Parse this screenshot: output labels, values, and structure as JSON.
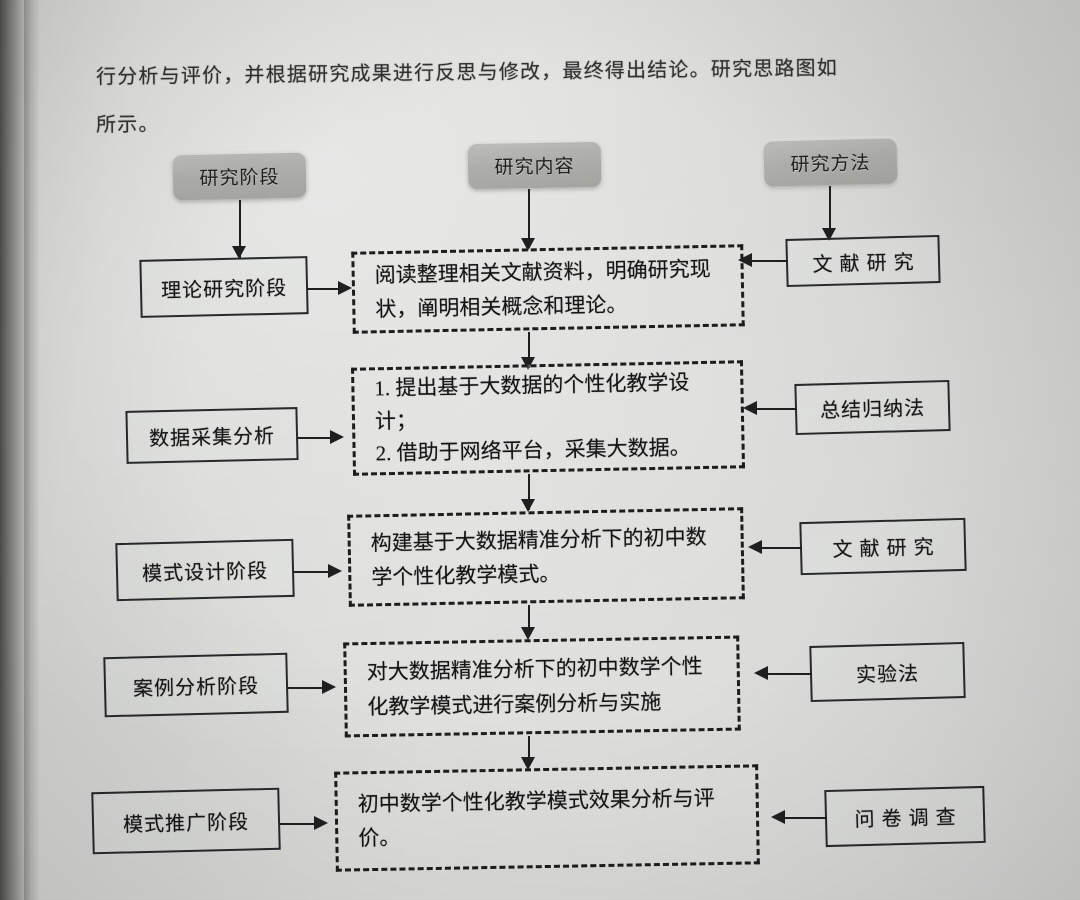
{
  "page": {
    "background_color": "#d5d6d3",
    "ink_color": "#1d1e1d",
    "pill_color": "#aeafaa"
  },
  "paragraph": {
    "line1": "行分析与评价，并根据研究成果进行反思与修改，最终得出结论。研究思路图如",
    "line2": "所示。"
  },
  "diagram": {
    "headers": {
      "stage": "研究阶段",
      "content": "研究内容",
      "method": "研究方法"
    },
    "rows": [
      {
        "stage": "理论研究阶段",
        "content": "阅读整理相关文献资料，明确研究现状，阐明相关概念和理论。",
        "method": "文献研究"
      },
      {
        "stage": "数据采集分析",
        "content": "1.  提出基于大数据的个性化教学设计；\n2.  借助于网络平台，采集大数据。",
        "content_line1": "1.  提出基于大数据的个性化教学设",
        "content_line2": "计；",
        "content_line3": "2.  借助于网络平台，采集大数据。",
        "method": "总结归纳法"
      },
      {
        "stage": "模式设计阶段",
        "content": "构建基于大数据精准分析下的初中数学个性化教学模式。",
        "method": "文献研究"
      },
      {
        "stage": "案例分析阶段",
        "content": "对大数据精准分析下的初中数学个性化教学模式进行案例分析与实施",
        "method": "实验法"
      },
      {
        "stage": "模式推广阶段",
        "content": "初中数学个性化教学模式效果分析与评价。",
        "method": "问卷调查"
      }
    ]
  }
}
